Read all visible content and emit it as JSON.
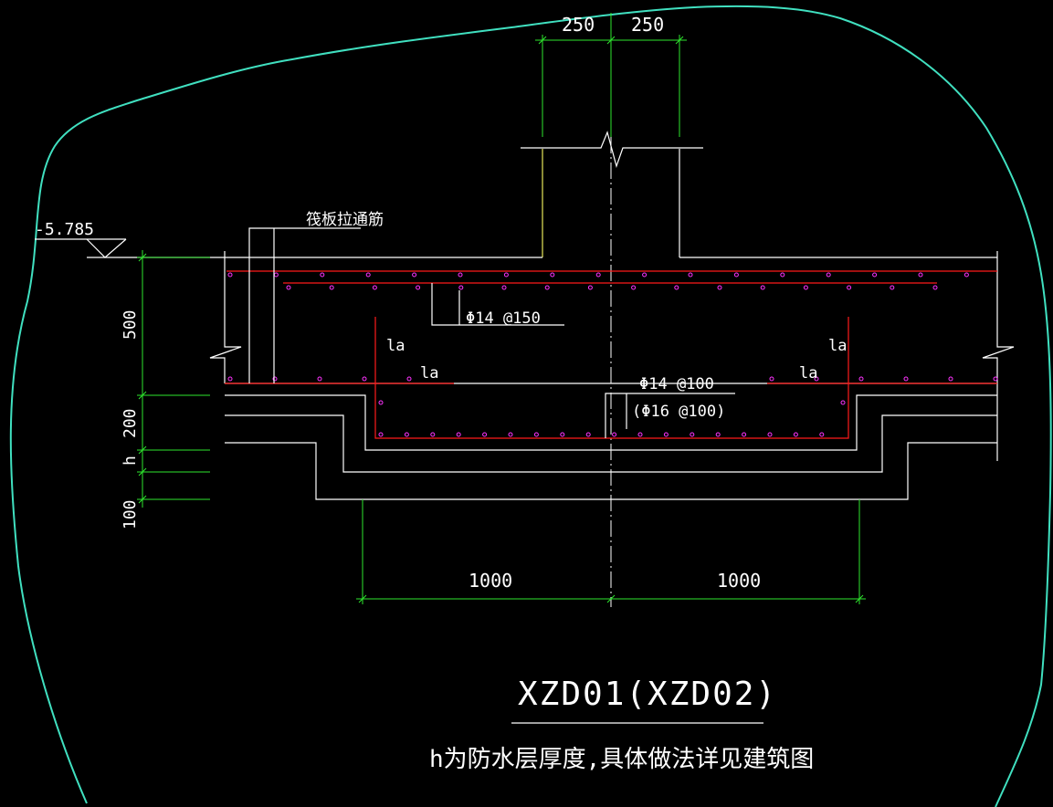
{
  "elevation": {
    "label": "-5.785"
  },
  "labels": {
    "through_bar": "筏板拉通筋",
    "top_bar": "Φ14 @150",
    "bottom_bar_1": "Φ14 @100",
    "bottom_bar_2": "(Φ16 @100)",
    "anchor_la": "la"
  },
  "dimensions": {
    "top_left": "250",
    "top_right": "250",
    "left_500": "500",
    "left_200": "200",
    "left_h": "h",
    "left_100": "100",
    "bottom_left": "1000",
    "bottom_right": "1000"
  },
  "title": {
    "main": "XZD01(XZD02)",
    "note": "h为防水层厚度,具体做法详见建筑图"
  },
  "colors": {
    "background": "#000000",
    "outline": "#40e0c0",
    "concrete": "#ffffff",
    "dimension": "#2ee62e",
    "rebar": "#ff1a1a",
    "rebar_dot": "#ff33ff",
    "column_edge": "#e8e85a"
  }
}
